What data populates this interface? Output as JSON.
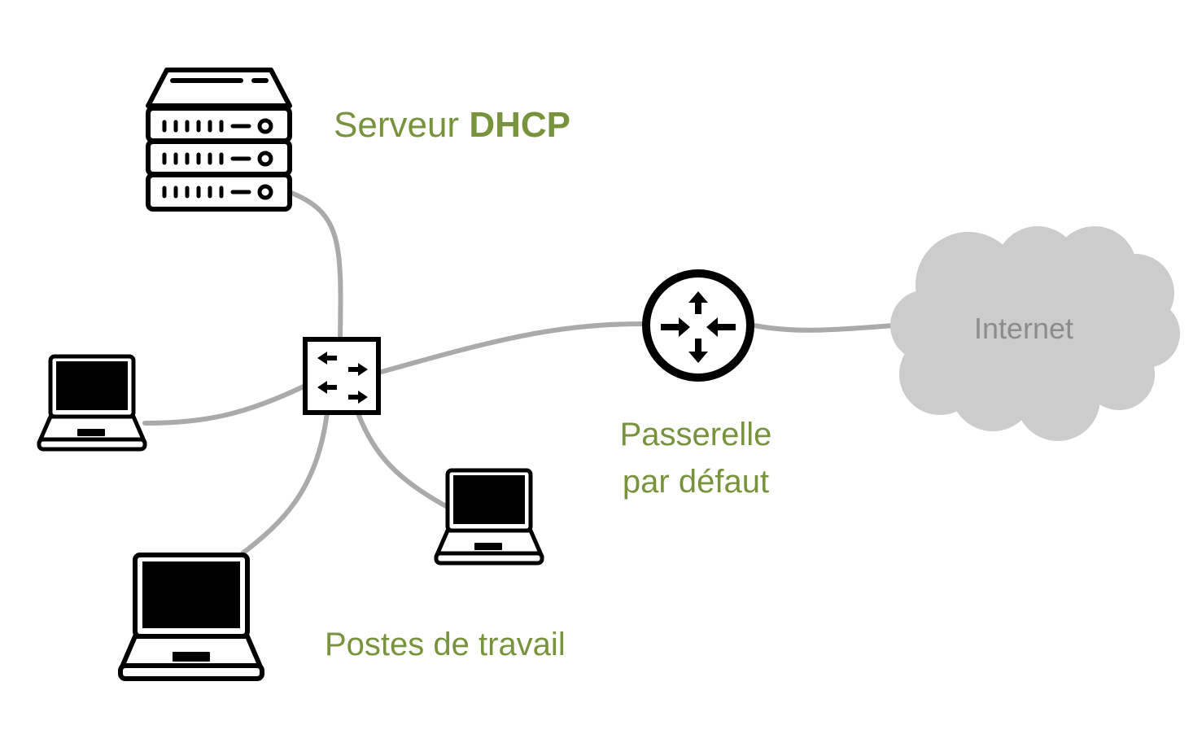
{
  "colors": {
    "label": "#77933c",
    "cable": "#aaaaaa",
    "cloud": "#cccccc",
    "cloud_text": "#8c8c8c",
    "icon": "#000000"
  },
  "labels": {
    "dhcp_prefix": "Serveur",
    "dhcp_bold": "DHCP",
    "gateway_line1": "Passerelle",
    "gateway_line2": "par défaut",
    "workstations": "Postes de travail",
    "internet": "Internet"
  },
  "icons": {
    "server": "server-icon",
    "switch": "switch-icon",
    "router": "router-icon",
    "laptop": "laptop-icon",
    "cloud": "cloud-icon"
  }
}
